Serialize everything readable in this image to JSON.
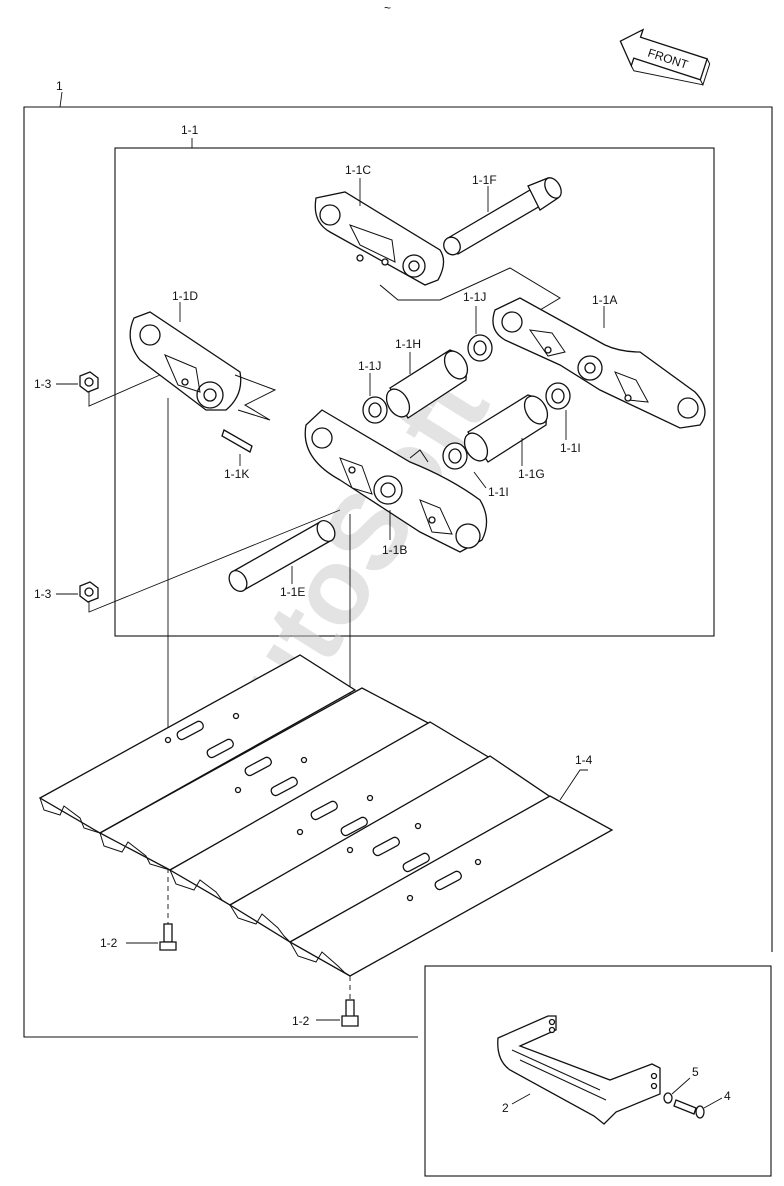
{
  "header_mark": "~",
  "front_arrow": {
    "label": "FRONT"
  },
  "watermark": "AutoSoft",
  "labels": {
    "assembly": "1",
    "link_assembly": "1-1",
    "link_1c": "1-1C",
    "pin_1f": "1-1F",
    "link_1d": "1-1D",
    "seal_1j_top": "1-1J",
    "link_1a": "1-1A",
    "bushing_1h": "1-1H",
    "seal_1j_left": "1-1J",
    "nut_top": "1-3",
    "spacer_1i_right": "1-1I",
    "bushing_1g": "1-1G",
    "seal_1i_center": "1-1I",
    "lock_1k": "1-1K",
    "link_1b": "1-1B",
    "nut_bottom": "1-3",
    "pin_1e": "1-1E",
    "shoe": "1-4",
    "bolt_left": "1-2",
    "bolt_right": "1-2",
    "guard": "2",
    "washer": "5",
    "screw": "4"
  },
  "colors": {
    "line": "#111111",
    "watermark": "#bdbdbd"
  }
}
